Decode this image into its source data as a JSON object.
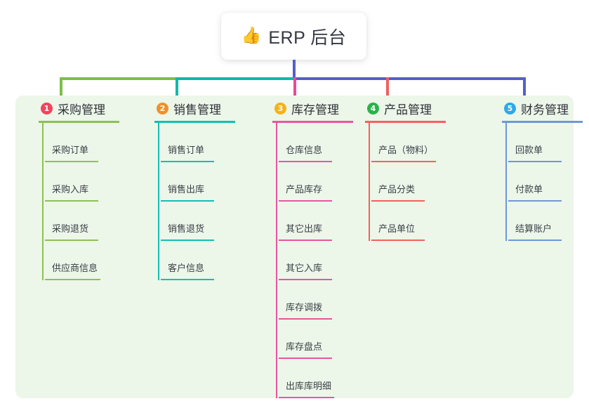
{
  "root": {
    "emoji": "👍",
    "emoji_name": "thumbs-up-icon",
    "label": "ERP 后台"
  },
  "colors": {
    "panel_background": "#ecf6e9",
    "page_background": "#ffffff",
    "trunk_line": "#5360c8",
    "connector_left_green": "#7cbf47",
    "connector_teal": "#12b9a8",
    "connector_blue": "#5360c8",
    "drop_purchase": "#7cbf47",
    "drop_sales": "#12b9a8",
    "drop_inventory": "#ec4899",
    "drop_product": "#f25f5c",
    "drop_finance": "#5360c8"
  },
  "columns": [
    {
      "index": "1",
      "badge_color": "#f0455e",
      "line_color": "#8cc152",
      "title": "采购管理",
      "items": [
        {
          "label": "采购订单"
        },
        {
          "label": "采购入库"
        },
        {
          "label": "采购退货"
        },
        {
          "label": "供应商信息"
        }
      ]
    },
    {
      "index": "2",
      "badge_color": "#f0902b",
      "line_color": "#16bfb0",
      "title": "销售管理",
      "items": [
        {
          "label": "销售订单"
        },
        {
          "label": "销售出库"
        },
        {
          "label": "销售退货"
        },
        {
          "label": "客户信息"
        }
      ]
    },
    {
      "index": "3",
      "badge_color": "#f5b218",
      "line_color": "#e8569f",
      "title": "库存管理",
      "items": [
        {
          "label": "仓库信息"
        },
        {
          "label": "产品库存"
        },
        {
          "label": "其它出库"
        },
        {
          "label": "其它入库"
        },
        {
          "label": "库存调拨"
        },
        {
          "label": "库存盘点"
        },
        {
          "label": "出库库明细"
        }
      ]
    },
    {
      "index": "4",
      "badge_color": "#29b34a",
      "line_color": "#f4615e",
      "title": "产品管理",
      "items": [
        {
          "label": "产品（物料）"
        },
        {
          "label": "产品分类"
        },
        {
          "label": "产品单位"
        }
      ]
    },
    {
      "index": "5",
      "badge_color": "#2fa8e8",
      "line_color": "#6f97d8",
      "title": "财务管理",
      "items": [
        {
          "label": "回款单"
        },
        {
          "label": "付款单"
        },
        {
          "label": "结算账户"
        }
      ]
    }
  ]
}
